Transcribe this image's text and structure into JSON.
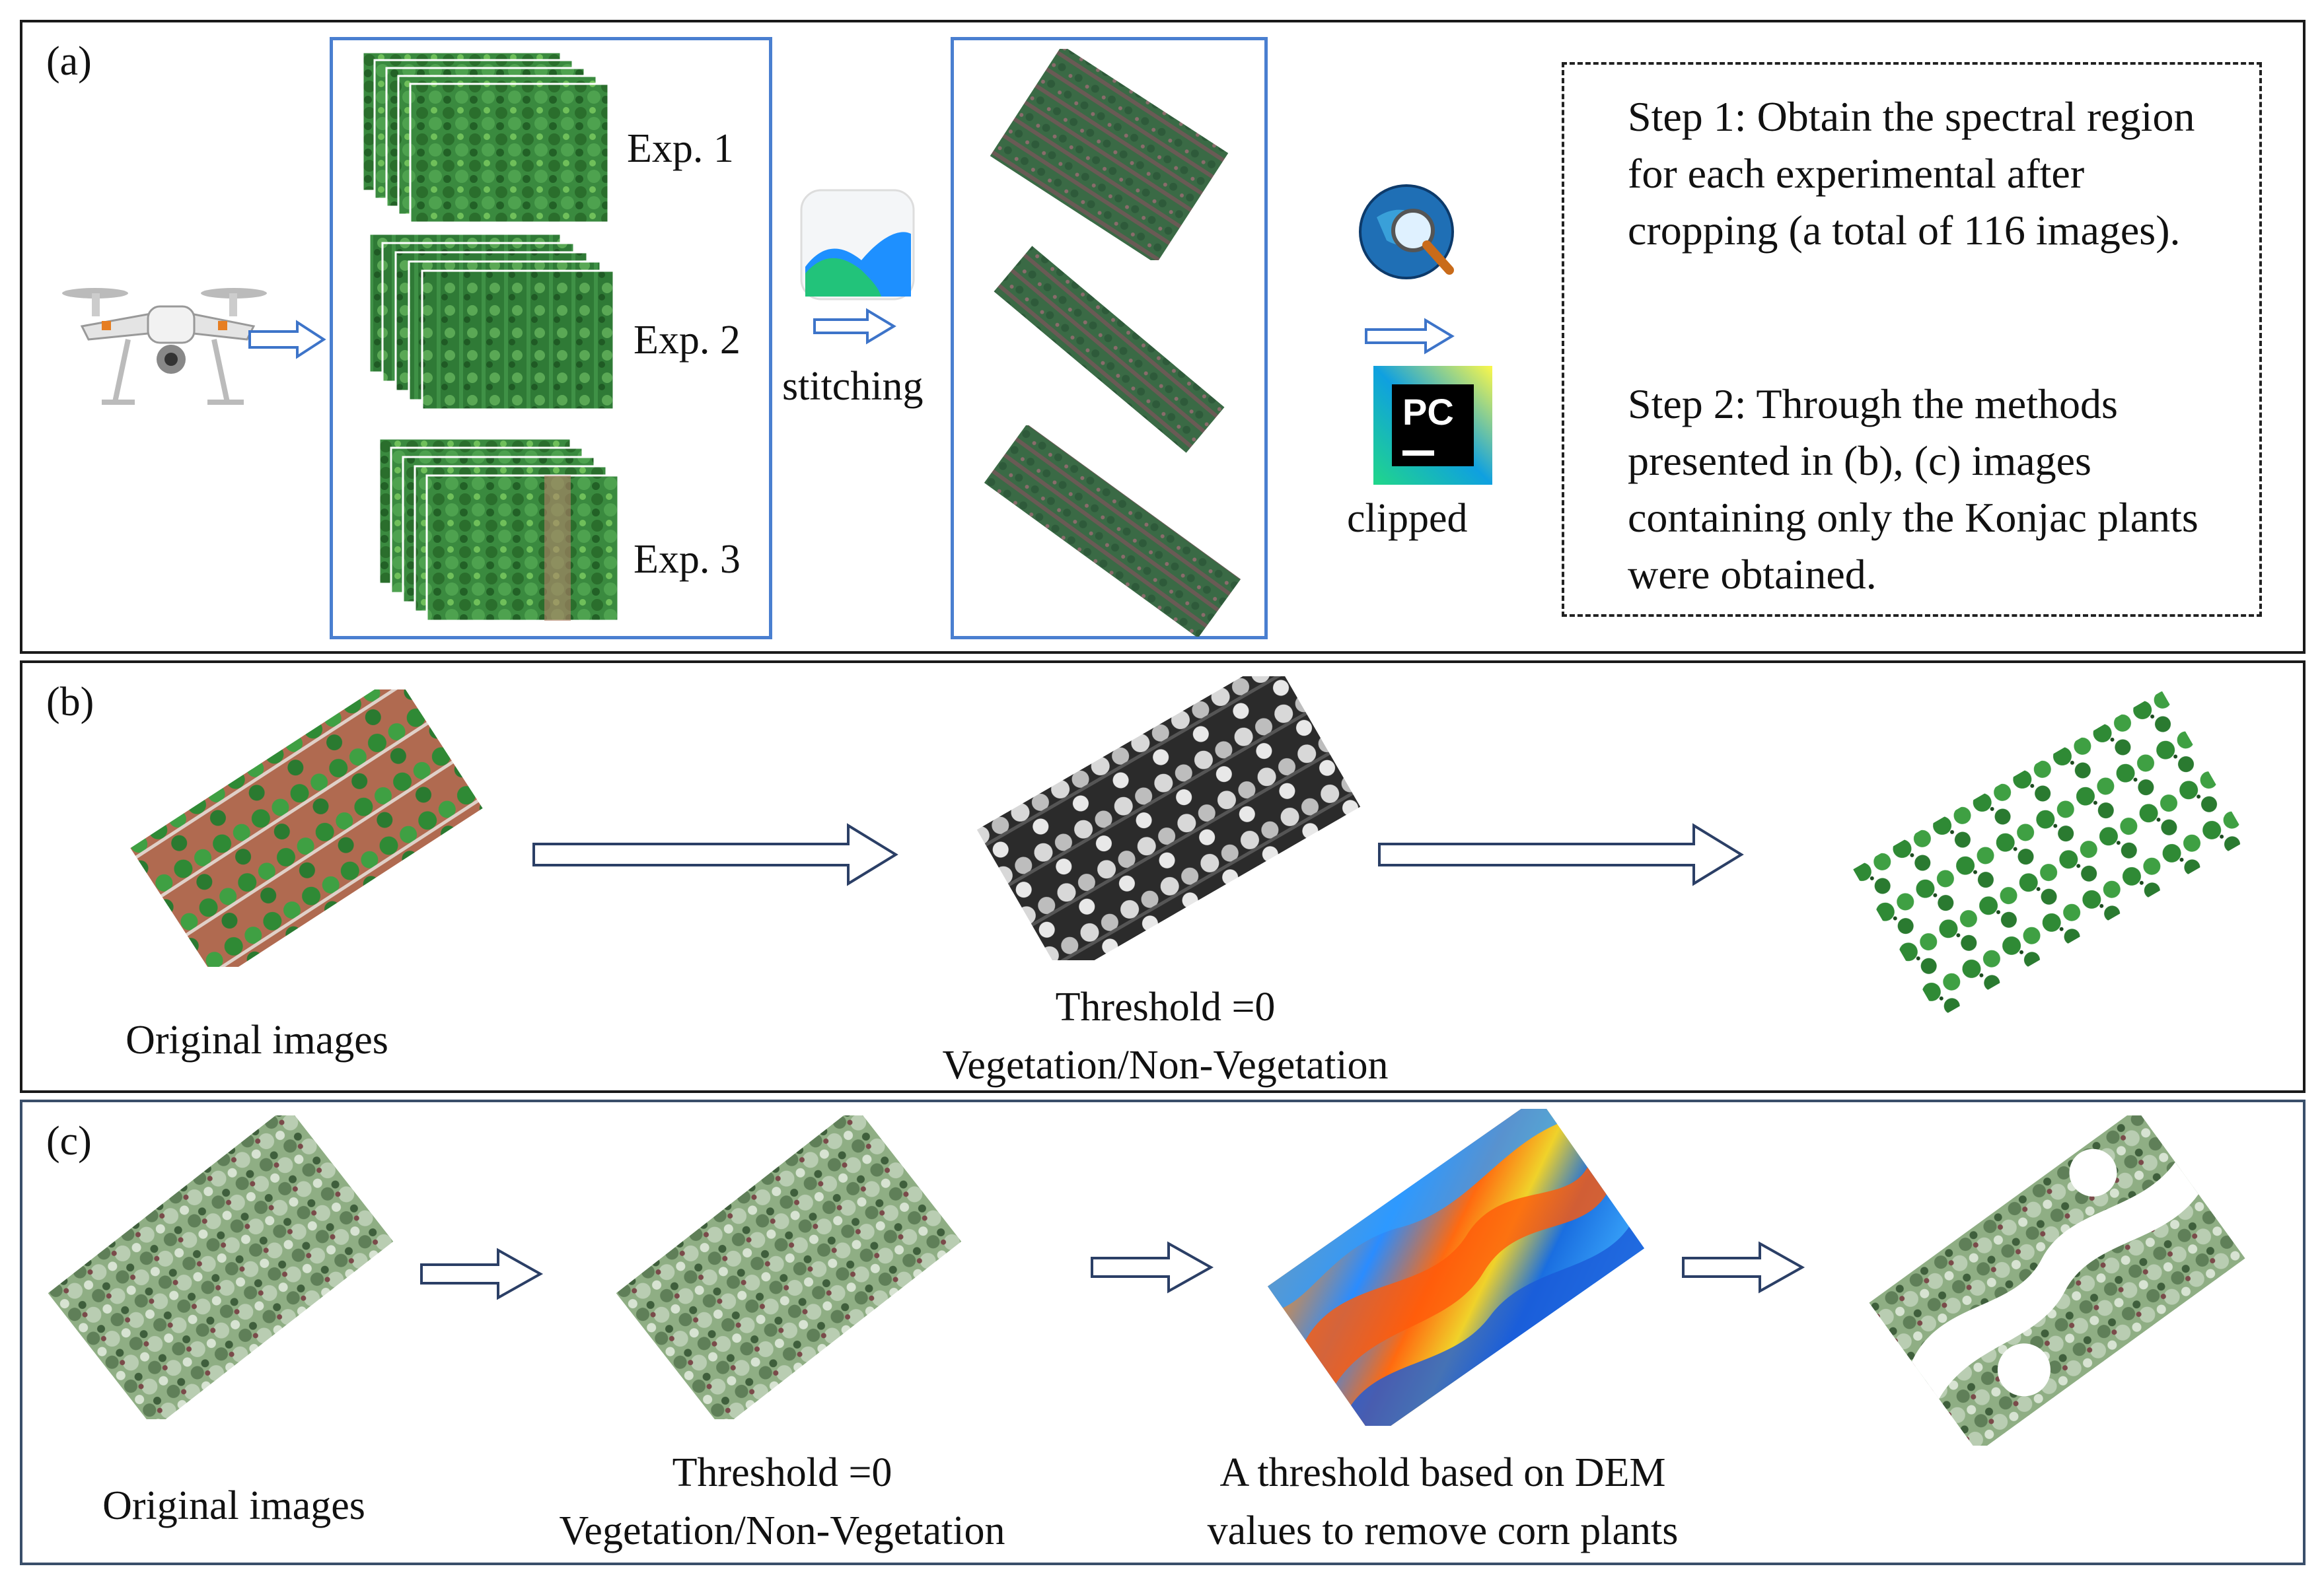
{
  "panel_a": {
    "label": "(a)",
    "experiments": [
      "Exp. 1",
      "Exp. 2",
      "Exp. 3"
    ],
    "stitching_label": "stitching",
    "clipped_label": "clipped",
    "pycharm_icon_text": "PC",
    "step1": "Step 1: Obtain the spectral region for each experimental after cropping (a total of 116 images).",
    "step2": "Step 2: Through the methods presented in (b), (c) images containing only the Konjac plants were obtained."
  },
  "panel_b": {
    "label": "(b)",
    "original_caption": "Original images",
    "threshold_line1": "Threshold =0",
    "threshold_line2": "Vegetation/Non-Vegetation"
  },
  "panel_c": {
    "label": "(c)",
    "original_caption": "Original images",
    "threshold_line1": "Threshold =0",
    "threshold_line2": "Vegetation/Non-Vegetation",
    "dem_line1": "A threshold based on DEM",
    "dem_line2": "values to remove corn plants"
  },
  "colors": {
    "frame": "#1a1a1a",
    "blue_box": "#4a7fd0",
    "arrow_blue": "#3d74c9",
    "arrow_navy": "#2b3f66",
    "field_green": "#2e7d32",
    "soil": "#a0624a"
  }
}
